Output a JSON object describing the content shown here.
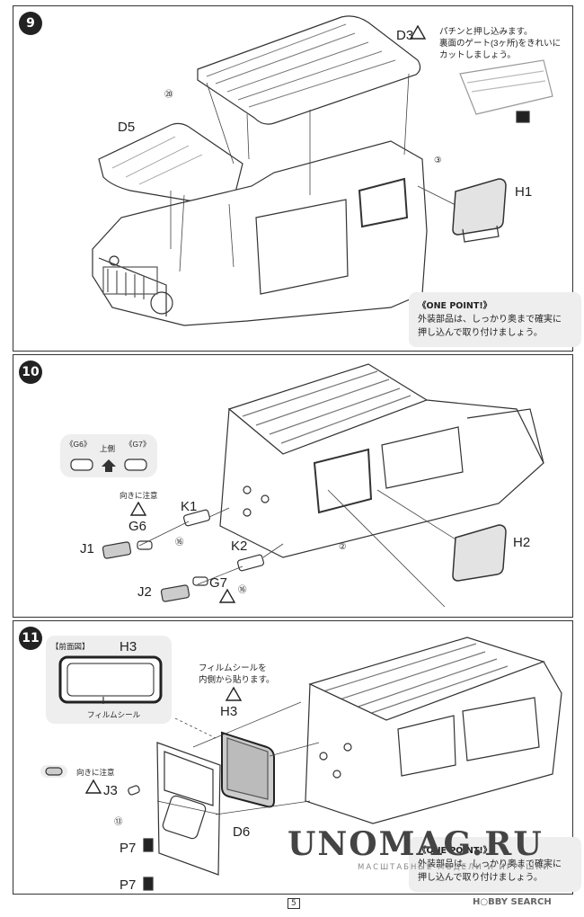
{
  "steps": [
    {
      "number": "9",
      "labels": {
        "d3": "D3",
        "d5": "D5",
        "h1": "H1",
        "p20": "⑳",
        "p3": "③"
      },
      "caution_text": "パチンと押し込みます。\n裏面のゲート(3ヶ所)をきれいに\nカットしましょう。",
      "one_point": {
        "title": "《ONE POINT!》",
        "text": "外装部品は、しっかり奥まで確実に\n押し込んで取り付けましょう。"
      }
    },
    {
      "number": "10",
      "labels": {
        "k1": "K1",
        "g6": "G6",
        "j1": "J1",
        "k2": "K2",
        "j2": "J2",
        "g7": "G7",
        "h2": "H2",
        "p16a": "⑯",
        "p16b": "⑯",
        "p2": "②"
      },
      "orientation": {
        "left": "《G6》",
        "up": "上側",
        "right": "《G7》"
      },
      "orientation_note": "向きに注意"
    },
    {
      "number": "11",
      "labels": {
        "h3_inset": "H3",
        "h3": "H3",
        "j3": "J3",
        "d6": "D6",
        "p13": "⑬",
        "p7a": "P7",
        "p7b": "P7"
      },
      "front_view_title": "【前面図】",
      "film_label": "フィルムシール",
      "film_note": "フィルムシールを\n内側から貼ります。",
      "orientation_note": "向きに注意",
      "one_point": {
        "title": "《ONE POINT!》",
        "text": "外装部品は、しっかり奥まで確実に\n押し込んで取り付けましょう。"
      }
    }
  ],
  "page_number": "5",
  "watermark": {
    "main": "UNOMAG.RU",
    "sub": "МАСШТАБНЫЕ МОДЕЛИ И ИГРУШКИ"
  },
  "footer_logo": "H○BBY SEARCH"
}
